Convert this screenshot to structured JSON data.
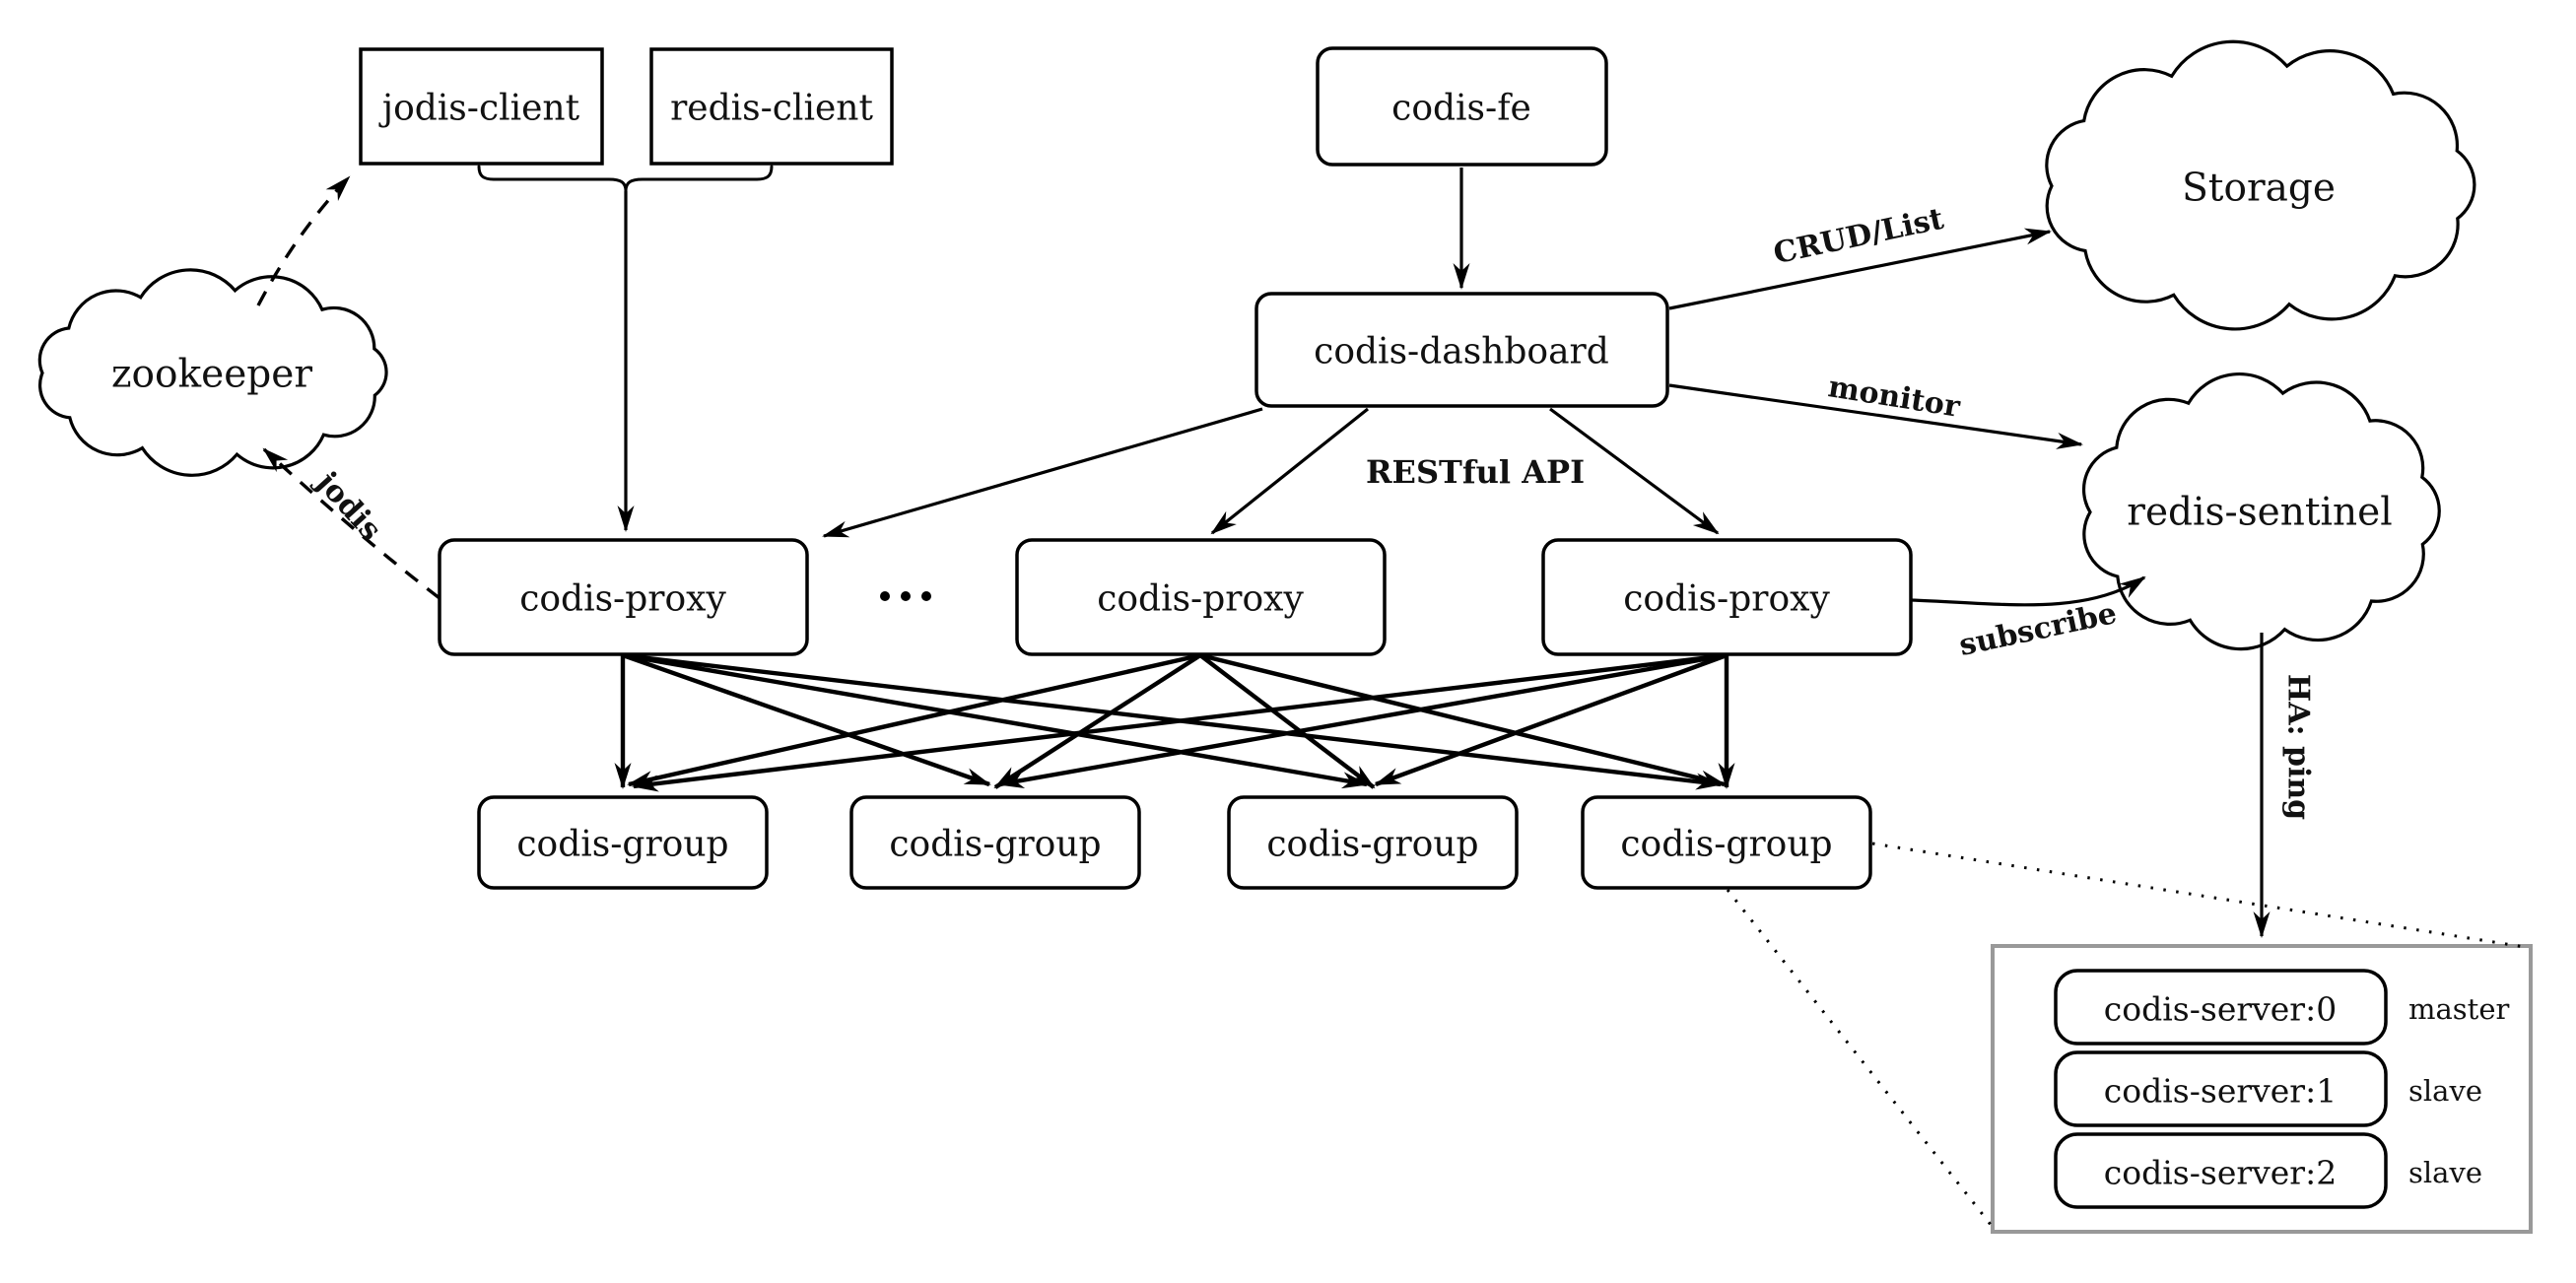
{
  "nodes": {
    "jodis_client": "jodis-client",
    "redis_client": "redis-client",
    "codis_fe": "codis-fe",
    "zookeeper": "zookeeper",
    "codis_dashboard": "codis-dashboard",
    "storage": "Storage",
    "redis_sentinel": "redis-sentinel",
    "codis_proxy_1": "codis-proxy",
    "codis_proxy_2": "codis-proxy",
    "codis_proxy_3": "codis-proxy",
    "codis_group_1": "codis-group",
    "codis_group_2": "codis-group",
    "codis_group_3": "codis-group",
    "codis_group_4": "codis-group",
    "codis_server_0": "codis-server:0",
    "codis_server_1": "codis-server:1",
    "codis_server_2": "codis-server:2",
    "server_role_0": "master",
    "server_role_1": "slave",
    "server_role_2": "slave"
  },
  "edge_labels": {
    "crud_list": "CRUD/List",
    "monitor": "monitor",
    "restful_api": "RESTful API",
    "subscribe": "subscribe",
    "jodis": "jodis",
    "ha_ping": "HA: ping"
  },
  "colors": {
    "stroke": "#000000",
    "server_box_border": "#999999",
    "background": "#ffffff"
  }
}
